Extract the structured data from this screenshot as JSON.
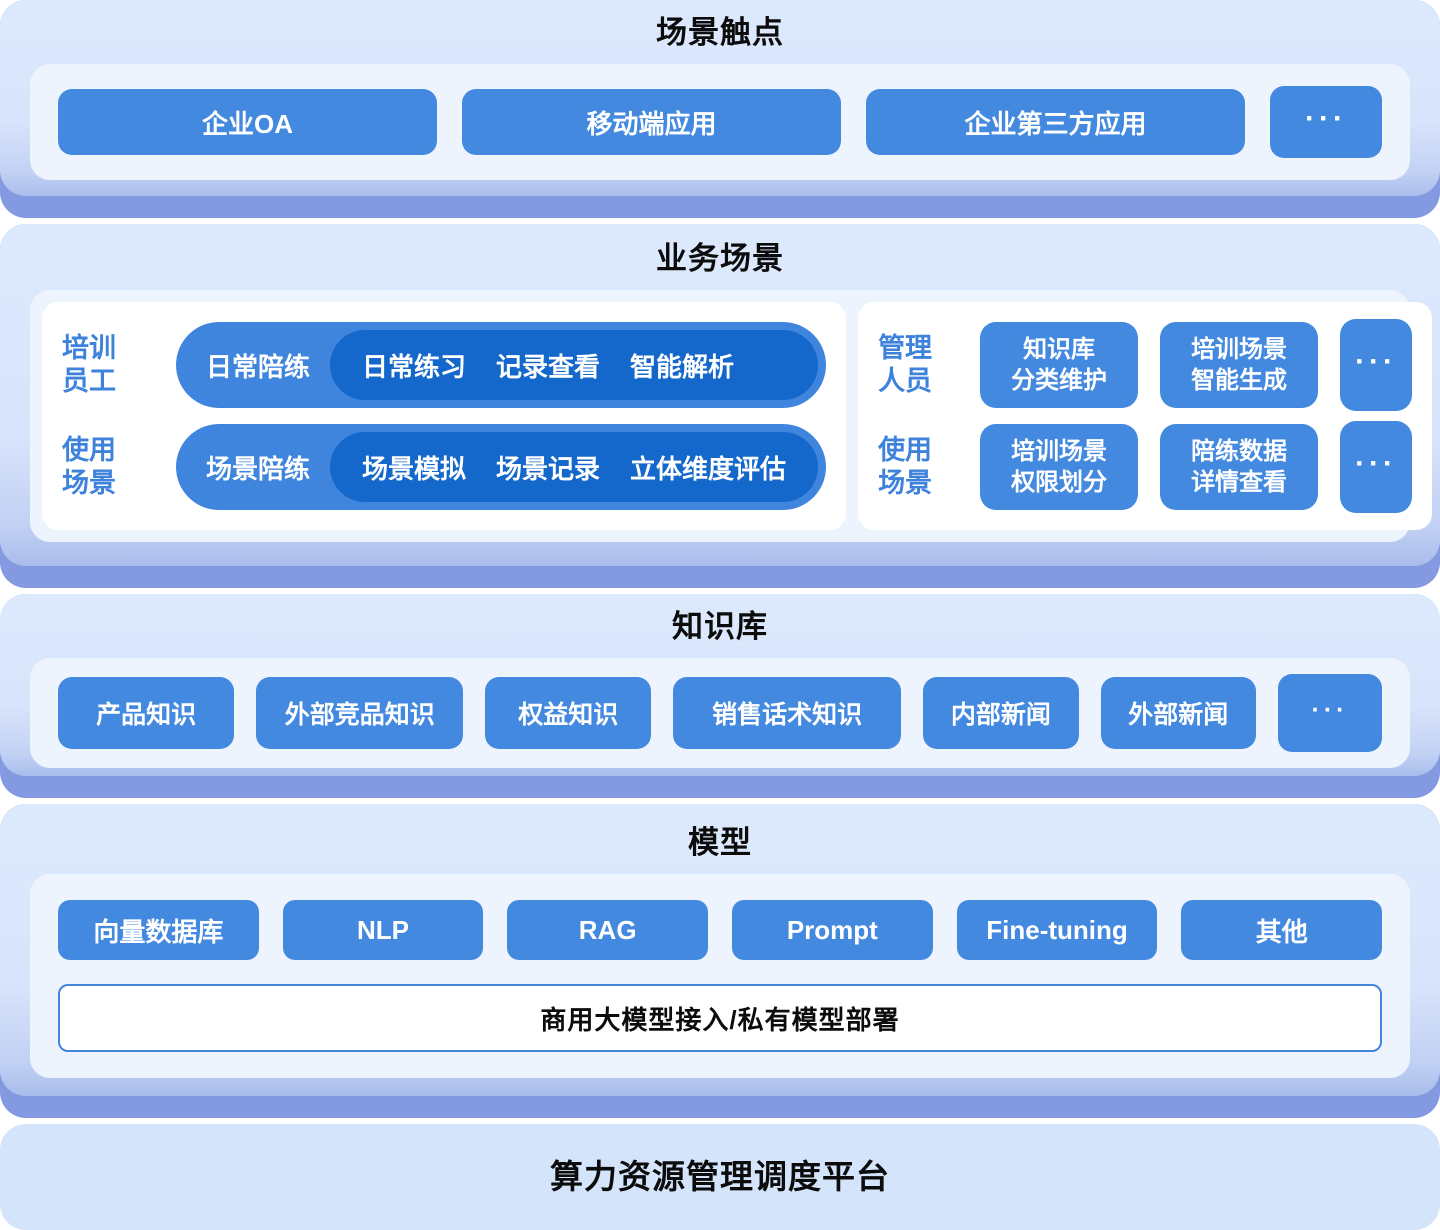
{
  "colors": {
    "section_bg_top": "#dde9fc",
    "section_band": "#8399e0",
    "panel_bg": "#eef4fd",
    "card_bg": "#ffffff",
    "pill_blue": "#4389e0",
    "row_pill_blue": "#3f85de",
    "inner_pill_blue": "#1468cc",
    "label_blue": "#3e82dc",
    "title_color": "#0c0c0c",
    "bottom_bg": "#d4e4fb"
  },
  "touchpoints": {
    "title": "场景触点",
    "items": [
      "企业OA",
      "移动端应用",
      "企业第三方应用"
    ],
    "more": "···"
  },
  "business": {
    "title": "业务场景",
    "left": {
      "rows": [
        {
          "labels": [
            "培训",
            "员工"
          ],
          "pill": "日常陪练",
          "inner": [
            "日常练习",
            "记录查看",
            "智能解析"
          ]
        },
        {
          "labels": [
            "使用",
            "场景"
          ],
          "pill": "场景陪练",
          "inner": [
            "场景模拟",
            "场景记录",
            "立体维度评估"
          ]
        }
      ]
    },
    "right": {
      "rows": [
        {
          "labels": [
            "管理",
            "人员"
          ],
          "pills": [
            [
              "知识库",
              "分类维护"
            ],
            [
              "培训场景",
              "智能生成"
            ]
          ],
          "more": "···"
        },
        {
          "labels": [
            "使用",
            "场景"
          ],
          "pills": [
            [
              "培训场景",
              "权限划分"
            ],
            [
              "陪练数据",
              "详情查看"
            ]
          ],
          "more": "···"
        }
      ]
    }
  },
  "knowledge": {
    "title": "知识库",
    "items": [
      "产品知识",
      "外部竞品知识",
      "权益知识",
      "销售话术知识",
      "内部新闻",
      "外部新闻"
    ],
    "more": "···"
  },
  "model": {
    "title": "模型",
    "items": [
      "向量数据库",
      "NLP",
      "RAG",
      "Prompt",
      "Fine-tuning",
      "其他"
    ],
    "bar": "商用大模型接入/私有模型部署"
  },
  "platform": {
    "title": "算力资源管理调度平台"
  }
}
